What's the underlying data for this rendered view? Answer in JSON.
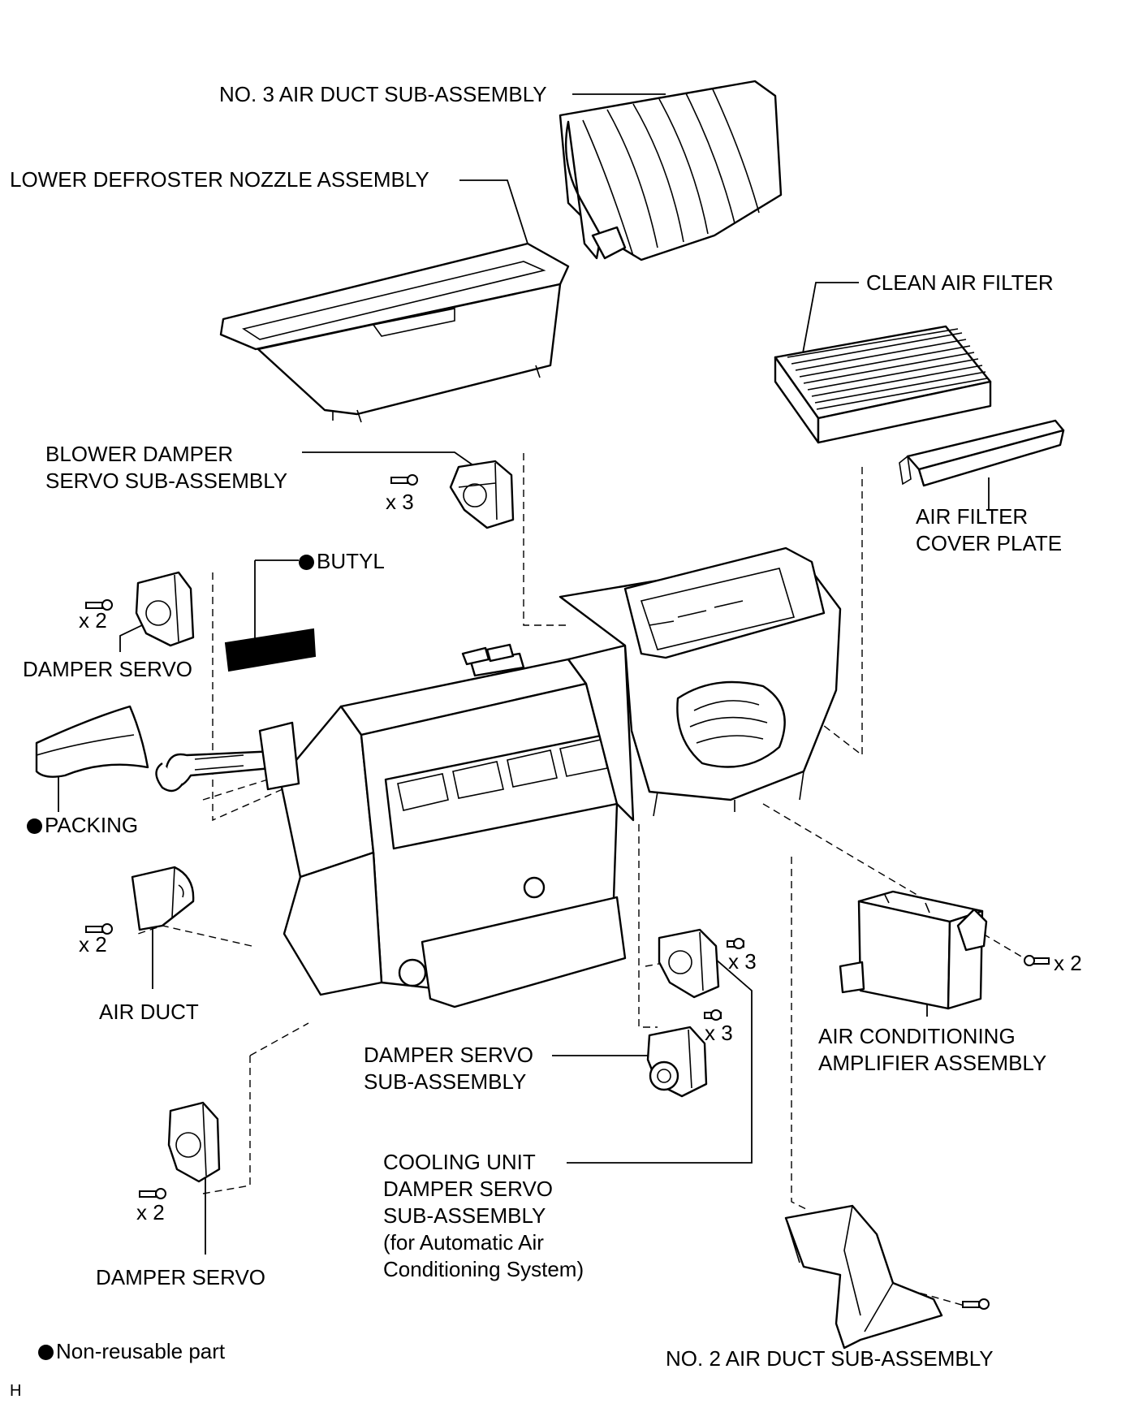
{
  "labels": {
    "no3_air_duct": "NO. 3 AIR DUCT SUB-ASSEMBLY",
    "lower_defroster": "LOWER DEFROSTER NOZZLE ASSEMBLY",
    "clean_air_filter": "CLEAN AIR FILTER",
    "blower_damper_1": "BLOWER DAMPER",
    "blower_damper_2": "SERVO SUB-ASSEMBLY",
    "air_filter_cover_1": "AIR FILTER",
    "air_filter_cover_2": "COVER PLATE",
    "butyl": "BUTYL",
    "damper_servo_upper": "DAMPER SERVO",
    "packing": "PACKING",
    "air_duct": "AIR DUCT",
    "damper_servo_sub_1": "DAMPER SERVO",
    "damper_servo_sub_2": "SUB-ASSEMBLY",
    "ac_amplifier_1": "AIR CONDITIONING",
    "ac_amplifier_2": "AMPLIFIER ASSEMBLY",
    "cooling_unit_1": "COOLING UNIT",
    "cooling_unit_2": "DAMPER SERVO",
    "cooling_unit_3": "SUB-ASSEMBLY",
    "cooling_unit_4": "(for Automatic Air",
    "cooling_unit_5": "Conditioning System)",
    "damper_servo_lower": "DAMPER SERVO",
    "no2_air_duct": "NO. 2 AIR DUCT SUB-ASSEMBLY",
    "legend": "Non-reusable part",
    "corner_mark": "H"
  },
  "quantities": {
    "blower_servo": "x 3",
    "damper_servo_upper": "x 2",
    "air_duct": "x 2",
    "cooling_servo": "x 3",
    "damper_servo_sub": "x 3",
    "amplifier": "x 2",
    "damper_servo_lower": "x 2"
  }
}
